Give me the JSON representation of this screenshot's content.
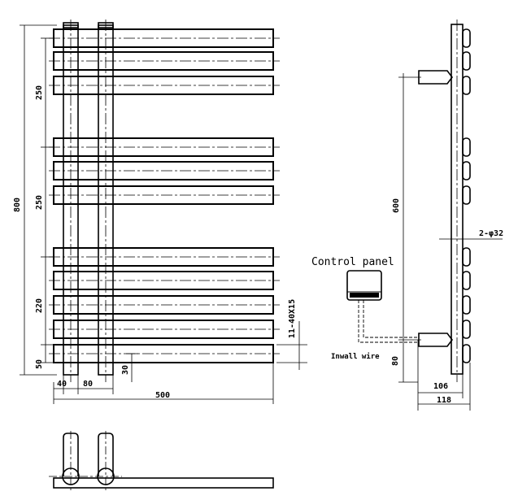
{
  "front_view": {
    "overall_height": "800",
    "spacing_top": "250",
    "spacing_middle": "250",
    "spacing_lower": "220",
    "spacing_bottom": "50",
    "tube_spec": "11-40X15",
    "offset_left": "40",
    "pipe_spacing": "80",
    "offset_bottom": "30",
    "overall_width": "500"
  },
  "side_view": {
    "mount_spacing": "600",
    "pipe_spec": "2-φ32",
    "bottom_offset": "80",
    "depth_inner": "106",
    "depth_outer": "118",
    "control_panel_label": "Control panel",
    "wire_label": "Inwall wire"
  },
  "colors": {
    "line": "#000000",
    "background": "#ffffff"
  }
}
